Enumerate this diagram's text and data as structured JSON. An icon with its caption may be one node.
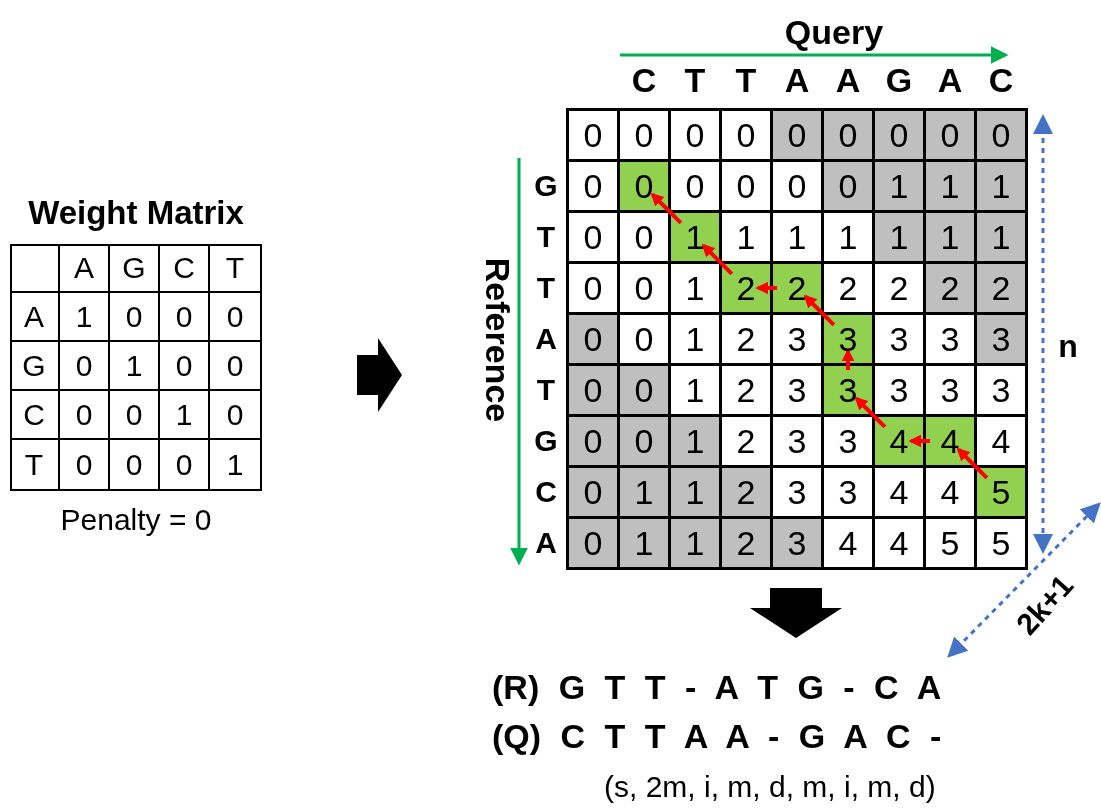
{
  "diagram": {
    "nodes": [
      {
        "text": [
          "0"
        ]
      },
      {
        "text": [
          "1"
        ]
      },
      {
        "text": [
          "2"
        ]
      },
      {
        "text": [
          "2"
        ]
      },
      {
        "text": [
          "3"
        ]
      },
      {
        "text": [
          "3"
        ]
      },
      {
        "text": [
          "4"
        ]
      },
      {
        "text": [
          "4"
        ]
      },
      {
        "text": [
          "5"
        ]
      }
    ],
    "edges": [
      {
        "from": 1,
        "to": 0,
        "arrow": "to",
        "color": "#ff0000"
      },
      {
        "from": 2,
        "to": 1,
        "arrow": "to",
        "color": "#ff0000"
      },
      {
        "from": 3,
        "to": 2,
        "arrow": "to",
        "color": "#ff0000"
      },
      {
        "from": 4,
        "to": 3,
        "arrow": "to",
        "color": "#ff0000"
      },
      {
        "from": 5,
        "to": 4,
        "arrow": "to",
        "color": "#ff0000"
      },
      {
        "from": 6,
        "to": 5,
        "arrow": "to",
        "color": "#ff0000"
      },
      {
        "from": 7,
        "to": 6,
        "arrow": "to",
        "color": "#ff0000"
      },
      {
        "from": 8,
        "to": 7,
        "arrow": "to",
        "color": "#ff0000"
      }
    ],
    "labels": [
      "Query",
      "C",
      "T",
      "T",
      "A",
      "A",
      "G",
      "A",
      "C",
      "Weight Matrix",
      "A",
      "G",
      "C",
      "T",
      "A",
      "1",
      "0",
      "0",
      "0",
      "G",
      "0",
      "1",
      "0",
      "0",
      "C",
      "0",
      "0",
      "1",
      "0",
      "T",
      "0",
      "0",
      "0",
      "1",
      "Penalty = 0",
      "Reference",
      "G",
      "T",
      "T",
      "A",
      "T",
      "G",
      "C",
      "A",
      "0",
      "0",
      "0",
      "0",
      "0",
      "0",
      "0",
      "0",
      "0",
      "0",
      "0",
      "0",
      "0",
      "0",
      "1",
      "1",
      "1",
      "0",
      "0",
      "1",
      "1",
      "1",
      "1",
      "1",
      "1",
      "0",
      "0",
      "1",
      "2",
      "2",
      "2",
      "2",
      "0",
      "0",
      "1",
      "2",
      "3",
      "3",
      "3",
      "3",
      "0",
      "0",
      "1",
      "2",
      "3",
      "3",
      "3",
      "3",
      "0",
      "0",
      "1",
      "2",
      "3",
      "3",
      "4",
      "0",
      "1",
      "1",
      "2",
      "3",
      "3",
      "4",
      "4",
      "0",
      "1",
      "1",
      "2",
      "3",
      "4",
      "4",
      "5",
      "5",
      "n",
      "2k+1",
      "(R) G T T - A T G - C A",
      "(Q) C T T A A - G A C -",
      "(s, 2m, i, m, d, m, i, m, d)"
    ]
  }
}
